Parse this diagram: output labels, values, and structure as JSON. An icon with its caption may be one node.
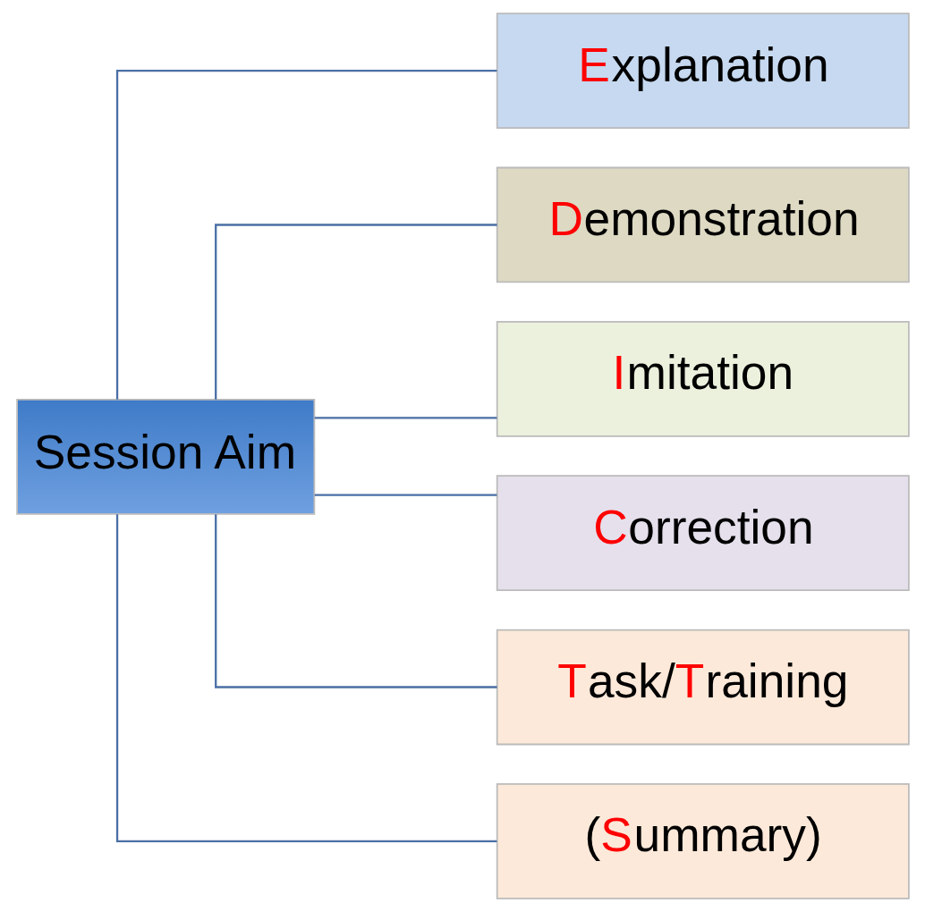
{
  "diagram": {
    "nodes": [
      {
        "text": [
          "Session Aim"
        ]
      },
      {
        "text": [
          "Explanation"
        ]
      },
      {
        "text": [
          "Demonstration"
        ]
      },
      {
        "text": [
          "Imitation"
        ]
      },
      {
        "text": [
          "Correction"
        ]
      },
      {
        "text": [
          "Task/Training"
        ]
      },
      {
        "text": [
          "(Summary)"
        ]
      }
    ],
    "edges": [
      {
        "from": 0,
        "to": 1,
        "arrow": "none"
      },
      {
        "from": 0,
        "to": 2,
        "arrow": "none"
      },
      {
        "from": 0,
        "to": 3,
        "arrow": "none"
      },
      {
        "from": 0,
        "to": 4,
        "arrow": "none"
      },
      {
        "from": 0,
        "to": 5,
        "arrow": "none"
      },
      {
        "from": 0,
        "to": 6,
        "arrow": "none"
      }
    ]
  }
}
